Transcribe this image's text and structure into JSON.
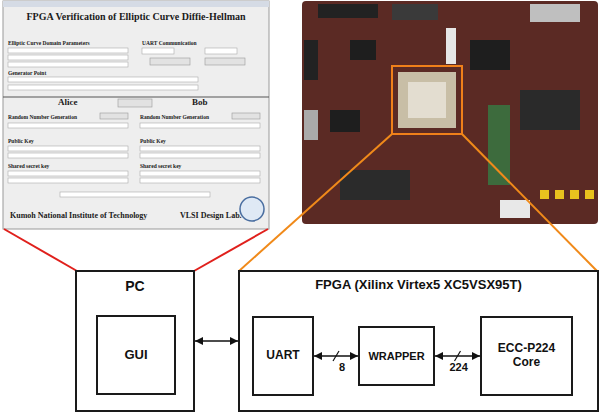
{
  "diagram": {
    "nodes": [
      {
        "text": [
          "PC"
        ]
      },
      {
        "text": [
          "GUI"
        ],
        "in": 0
      },
      {
        "text": [
          "FPGA (Xilinx Virtex5 XC5VSX95T)"
        ]
      },
      {
        "text": [
          "UART"
        ],
        "in": 2
      },
      {
        "text": [
          "WRAPPER"
        ],
        "in": 2
      },
      {
        "text": [
          "ECC-P224 Core"
        ],
        "in": 2
      }
    ],
    "edges": [
      {
        "from": 0,
        "to": 2,
        "arrow": "both"
      },
      {
        "from": 3,
        "to": 4,
        "label": "8",
        "arrow": "both"
      },
      {
        "from": 4,
        "to": 5,
        "label": "224",
        "arrow": "both"
      }
    ],
    "labels": [
      "FPGA Verification of Elliptic Curve Diffie-Hellman",
      "Elliptic Curve Domain Parameters",
      "UART Communication",
      "Generator Point",
      "Alice",
      "Bob",
      "Random Number Generation",
      "Random Number Generation",
      "Public Key",
      "Public Key",
      "Shared secret key",
      "Shared secret key",
      "Kumoh National Institute of Technology",
      "VLSI Design Lab."
    ]
  }
}
